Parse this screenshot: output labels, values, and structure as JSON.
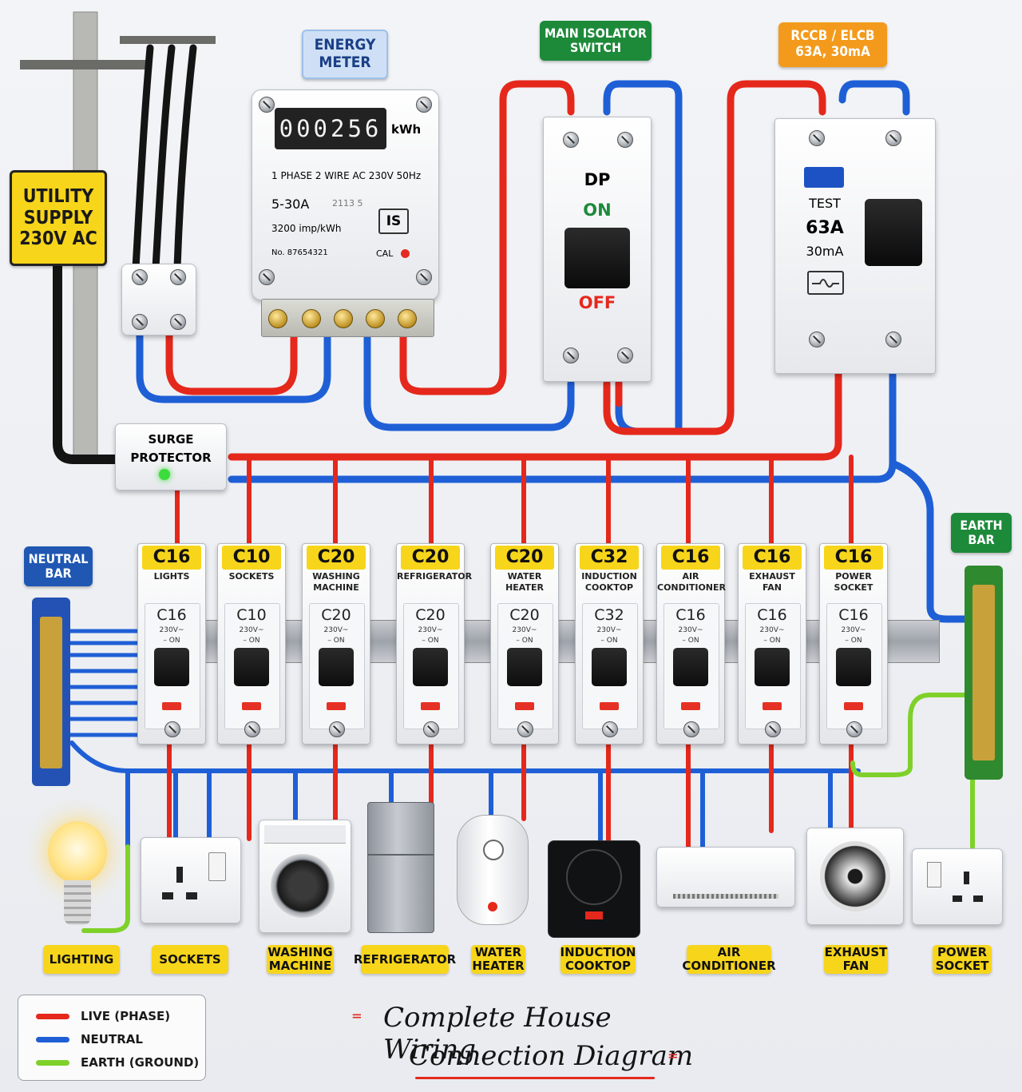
{
  "labels": {
    "utility_supply": "UTILITY SUPPLY 230V AC",
    "energy_meter": "ENERGY METER",
    "main_isolator": "MAIN ISOLATOR SWITCH",
    "rccb": "RCCB / ELCB 63A, 30mA",
    "surge_protector": "SURGE PROTECTOR",
    "neutral_bar": "NEUTRAL BAR",
    "earth_bar": "EARTH BAR"
  },
  "meter": {
    "reading": "000256",
    "unit": "kWh",
    "spec": "1 PHASE 2 WIRE AC 230V 50Hz",
    "current": "5-30A",
    "code": "2113 5",
    "imp": "3200 imp/kWh",
    "logo": "IS",
    "serial": "No. 87654321",
    "cal": "CAL"
  },
  "isolator": {
    "type": "DP",
    "on": "ON",
    "off": "OFF"
  },
  "rccb_device": {
    "test": "TEST",
    "rating": "63A",
    "sensitivity": "30mA"
  },
  "breakers": [
    {
      "rating": "C16",
      "name_top": "LIGHTS",
      "name_bottom": "",
      "voltage": "230V~",
      "state": "– ON"
    },
    {
      "rating": "C10",
      "name_top": "SOCKETS",
      "name_bottom": "",
      "voltage": "230V~",
      "state": "– ON"
    },
    {
      "rating": "C20",
      "name_top": "WASHING",
      "name_bottom": "MACHINE",
      "voltage": "230V~",
      "state": "– ON"
    },
    {
      "rating": "C20",
      "name_top": "REFRIGERATOR",
      "name_bottom": "",
      "voltage": "230V~",
      "state": "– ON"
    },
    {
      "rating": "C20",
      "name_top": "WATER",
      "name_bottom": "HEATER",
      "voltage": "230V~",
      "state": "– ON"
    },
    {
      "rating": "C32",
      "name_top": "INDUCTION",
      "name_bottom": "COOKTOP",
      "voltage": "230V~",
      "state": "– ON"
    },
    {
      "rating": "C16",
      "name_top": "AIR",
      "name_bottom": "CONDITIONER",
      "voltage": "230V~",
      "state": "– ON"
    },
    {
      "rating": "C16",
      "name_top": "EXHAUST",
      "name_bottom": "FAN",
      "voltage": "230V~",
      "state": "– ON"
    },
    {
      "rating": "C16",
      "name_top": "POWER",
      "name_bottom": "SOCKET",
      "voltage": "230V~",
      "state": "– ON"
    }
  ],
  "appliances": [
    {
      "label_top": "LIGHTING",
      "label_bottom": "",
      "icon": "light-bulb-icon"
    },
    {
      "label_top": "SOCKETS",
      "label_bottom": "",
      "icon": "socket-icon"
    },
    {
      "label_top": "WASHING",
      "label_bottom": "MACHINE",
      "icon": "washing-machine-icon"
    },
    {
      "label_top": "REFRIGERATOR",
      "label_bottom": "",
      "icon": "refrigerator-icon"
    },
    {
      "label_top": "WATER",
      "label_bottom": "HEATER",
      "icon": "water-heater-icon"
    },
    {
      "label_top": "INDUCTION",
      "label_bottom": "COOKTOP",
      "icon": "induction-cooktop-icon"
    },
    {
      "label_top": "AIR",
      "label_bottom": "CONDITIONER",
      "icon": "air-conditioner-icon"
    },
    {
      "label_top": "EXHAUST",
      "label_bottom": "FAN",
      "icon": "exhaust-fan-icon"
    },
    {
      "label_top": "POWER",
      "label_bottom": "SOCKET",
      "icon": "power-socket-icon"
    }
  ],
  "legend": [
    {
      "label": "LIVE (PHASE)",
      "color": "#e5281c"
    },
    {
      "label": "NEUTRAL",
      "color": "#1f5fd6"
    },
    {
      "label": "EARTH (GROUND)",
      "color": "#7fd12a"
    }
  ],
  "title": {
    "line1": "Complete House Wiring",
    "line2": "Connection Diagram"
  },
  "colors": {
    "live": "#e5281c",
    "neutral": "#1f5fd6",
    "earth": "#7fd12a",
    "label_yellow": "#f7d51b"
  }
}
